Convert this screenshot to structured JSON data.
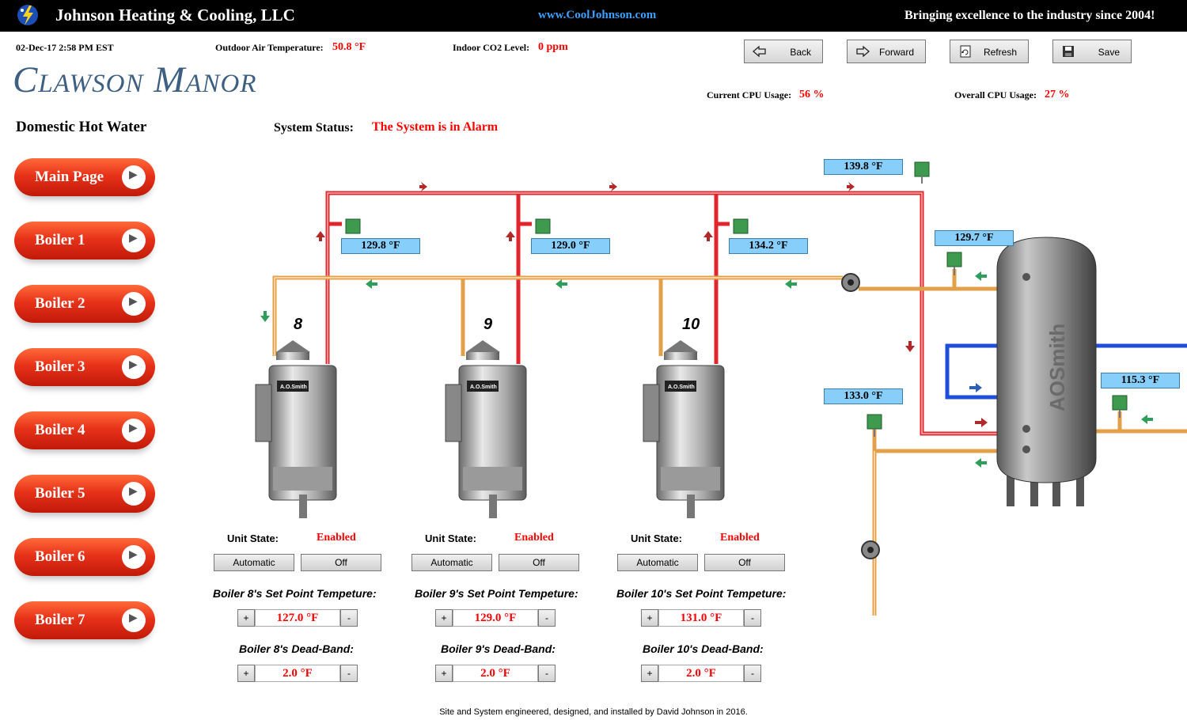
{
  "header": {
    "company": "Johnson Heating & Cooling, LLC",
    "website": "www.CoolJohnson.com",
    "slogan": "Bringing excellence to the industry since 2004!"
  },
  "info": {
    "datetime": "02-Dec-17 2:58 PM EST",
    "outdoor_label": "Outdoor Air Temperature:",
    "outdoor_value": "50.8 °F",
    "co2_label": "Indoor CO2 Level:",
    "co2_value": "0 ppm",
    "cpu_current_label": "Current CPU Usage:",
    "cpu_current_value": "56 %",
    "cpu_overall_label": "Overall CPU Usage:",
    "cpu_overall_value": "27 %"
  },
  "site_title": "Clawson Manor",
  "page_title": "Domestic Hot Water",
  "status": {
    "label": "System Status:",
    "value": "The System is in Alarm"
  },
  "toolbar": {
    "back": "Back",
    "forward": "Forward",
    "refresh": "Refresh",
    "save": "Save"
  },
  "sidebar": {
    "items": [
      {
        "label": "Main Page"
      },
      {
        "label": "Boiler 1"
      },
      {
        "label": "Boiler 2"
      },
      {
        "label": "Boiler 3"
      },
      {
        "label": "Boiler 4"
      },
      {
        "label": "Boiler 5"
      },
      {
        "label": "Boiler 6"
      },
      {
        "label": "Boiler 7"
      }
    ]
  },
  "temps": {
    "supply_main": "139.8 °F",
    "boiler8_out": "129.8 °F",
    "boiler9_out": "129.0 °F",
    "boiler10_out": "134.2 °F",
    "tank_return": "129.7 °F",
    "tank_cold": "115.3 °F",
    "tank_out": "133.0 °F"
  },
  "boilers": [
    {
      "number": "8",
      "unit_state_label": "Unit State:",
      "unit_state": "Enabled",
      "auto_label": "Automatic",
      "off_label": "Off",
      "setpoint_label": "Boiler 8's Set Point Tempeture:",
      "setpoint": "127.0 °F",
      "deadband_label": "Boiler 8's Dead-Band:",
      "deadband": "2.0 °F"
    },
    {
      "number": "9",
      "unit_state_label": "Unit State:",
      "unit_state": "Enabled",
      "auto_label": "Automatic",
      "off_label": "Off",
      "setpoint_label": "Boiler 9's Set Point Tempeture:",
      "setpoint": "129.0 °F",
      "deadband_label": "Boiler 9's Dead-Band:",
      "deadband": "2.0 °F"
    },
    {
      "number": "10",
      "unit_state_label": "Unit State:",
      "unit_state": "Enabled",
      "auto_label": "Automatic",
      "off_label": "Off",
      "setpoint_label": "Boiler 10's Set Point Tempeture:",
      "setpoint": "131.0 °F",
      "deadband_label": "Boiler 10's Dead-Band:",
      "deadband": "2.0 °F"
    }
  ],
  "stepper": {
    "plus": "+",
    "minus": "-"
  },
  "tank_brand": "AOSmith",
  "boiler_brand": "A.O.Smith",
  "footer": "Site and System engineered, designed, and installed by David Johnson in 2016.",
  "colors": {
    "hot_pipe": "#e0262c",
    "warm_pipe": "#e3a04a",
    "cold_pipe": "#1f4fd8",
    "alarm": "#ff0000",
    "temp_box": "#87cefa",
    "sidebar_button": "#e8321a"
  }
}
